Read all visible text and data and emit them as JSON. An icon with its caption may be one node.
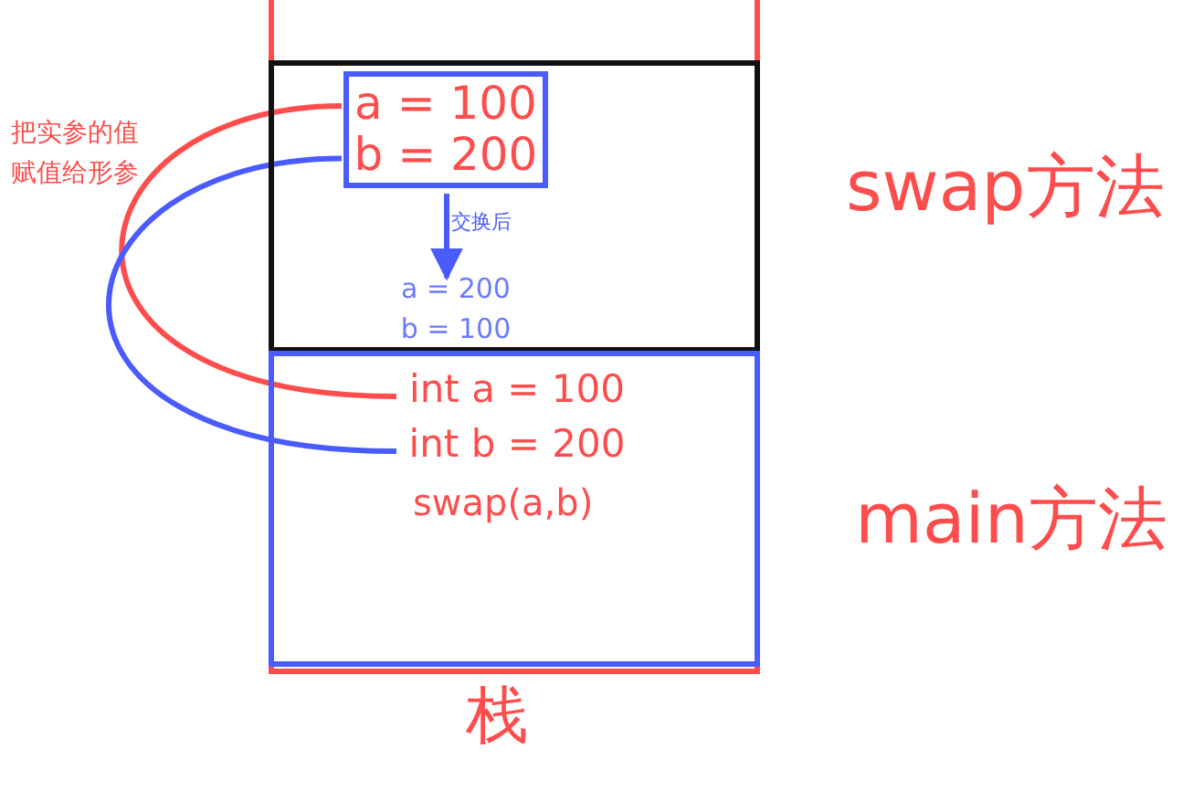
{
  "diagram": {
    "nodes": [
      {
        "text": [],
        "shape": "box",
        "beside": [
          "栈"
        ]
      },
      {
        "text": [],
        "shape": "box",
        "in": 0,
        "beside": [
          "swap方法"
        ]
      },
      {
        "text": [
          "a = 100",
          "b = 200"
        ],
        "in": 1
      },
      {
        "text": [
          "a = 200",
          "b = 100"
        ],
        "in": 1
      },
      {
        "text": [],
        "shape": "box",
        "in": 0,
        "beside": [
          "main方法"
        ]
      },
      {
        "text": [
          "int a = 100"
        ],
        "in": 4
      },
      {
        "text": [
          "int b = 200"
        ],
        "in": 4
      }
    ],
    "edges": [
      {
        "from": 5,
        "to": 2,
        "arrow": "none",
        "color": "#ff4d4d"
      },
      {
        "from": 6,
        "to": 2,
        "arrow": "none",
        "color": "#4a5cff"
      },
      {
        "from": 2,
        "to": 3,
        "arrow": "to",
        "label": "交换后",
        "color": "#4a5cff"
      }
    ],
    "labels": [
      "把实参的值赋值给形参",
      "swap(a,b)"
    ]
  }
}
